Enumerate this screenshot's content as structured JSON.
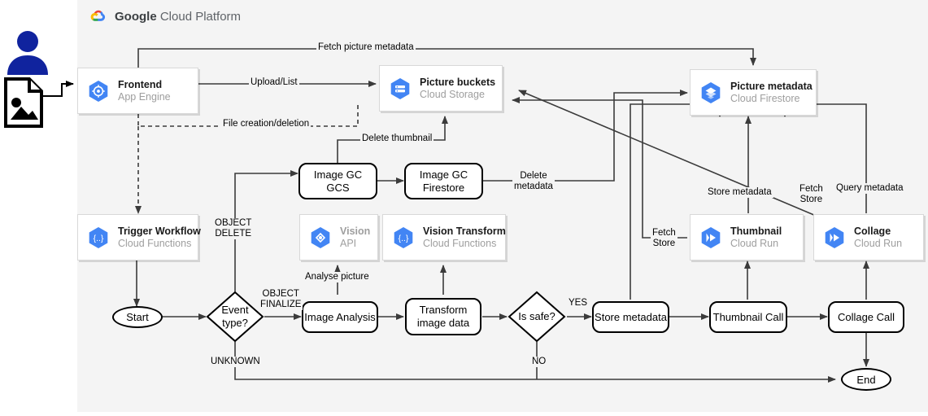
{
  "header": {
    "brand_bold": "Google",
    "brand_rest": " Cloud Platform",
    "logo": "google-cloud-logo"
  },
  "actor": {
    "person": "user-actor-icon",
    "file": "image-file-icon"
  },
  "services": [
    {
      "id": "frontend",
      "title": "Frontend",
      "subtitle": "App Engine",
      "icon": "app-engine-icon",
      "style": "normal",
      "stacked": false
    },
    {
      "id": "picture-buckets",
      "title": "Picture buckets",
      "subtitle": "Cloud Storage",
      "icon": "cloud-storage-icon",
      "style": "normal",
      "stacked": true
    },
    {
      "id": "picture-metadata",
      "title": "Picture metadata",
      "subtitle": "Cloud Firestore",
      "icon": "firestore-icon",
      "style": "normal",
      "stacked": false
    },
    {
      "id": "trigger-workflow",
      "title": "Trigger Workflow",
      "subtitle": "Cloud Functions",
      "icon": "cloud-functions-icon",
      "style": "normal",
      "stacked": true
    },
    {
      "id": "vision-api",
      "title": "Vision",
      "subtitle": "API",
      "icon": "vision-api-icon",
      "style": "muted",
      "stacked": false
    },
    {
      "id": "vision-transform",
      "title": "Vision Transform",
      "subtitle": "Cloud Functions",
      "icon": "cloud-functions-icon",
      "style": "normal",
      "stacked": false
    },
    {
      "id": "thumbnail",
      "title": "Thumbnail",
      "subtitle": "Cloud Run",
      "icon": "cloud-run-icon",
      "style": "normal",
      "stacked": true
    },
    {
      "id": "collage",
      "title": "Collage",
      "subtitle": "Cloud Run",
      "icon": "cloud-run-icon",
      "style": "normal",
      "stacked": false
    }
  ],
  "processes": [
    {
      "id": "image-gc-gcs",
      "label": "Image GC\nGCS"
    },
    {
      "id": "image-gc-firestore",
      "label": "Image GC\nFirestore"
    },
    {
      "id": "image-analysis",
      "label": "Image Analysis"
    },
    {
      "id": "transform-image",
      "label": "Transform\nimage data"
    },
    {
      "id": "store-metadata",
      "label": "Store metadata"
    },
    {
      "id": "thumbnail-call",
      "label": "Thumbnail Call"
    },
    {
      "id": "collage-call",
      "label": "Collage Call"
    }
  ],
  "terminators": [
    {
      "id": "start",
      "label": "Start"
    },
    {
      "id": "end",
      "label": "End"
    }
  ],
  "decisions": [
    {
      "id": "event-type",
      "label": "Event\ntype?"
    },
    {
      "id": "is-safe",
      "label": "Is safe?"
    }
  ],
  "edge_labels": {
    "fetch_picture_metadata": "Fetch picture metadata",
    "upload_list": "Upload/List",
    "file_creation_deletion": "File creation/deletion",
    "delete_thumbnail": "Delete thumbnail",
    "delete_metadata": "Delete\nmetadata",
    "object_delete": "OBJECT\nDELETE",
    "object_finalize": "OBJECT\nFINALIZE",
    "unknown": "UNKNOWN",
    "analyse_picture": "Analyse picture",
    "yes": "YES",
    "no": "NO",
    "fetch_store_left": "Fetch\nStore",
    "fetch_store_right": "Fetch\nStore",
    "store_metadata": "Store metadata",
    "query_metadata": "Query metadata"
  },
  "colors": {
    "panel_bg": "#f4f4f4",
    "gcp_blue": "#4285f4",
    "actor_blue": "#10239e",
    "edge": "#3b3b3b",
    "text": "#000000",
    "muted_text": "#9e9e9e"
  }
}
